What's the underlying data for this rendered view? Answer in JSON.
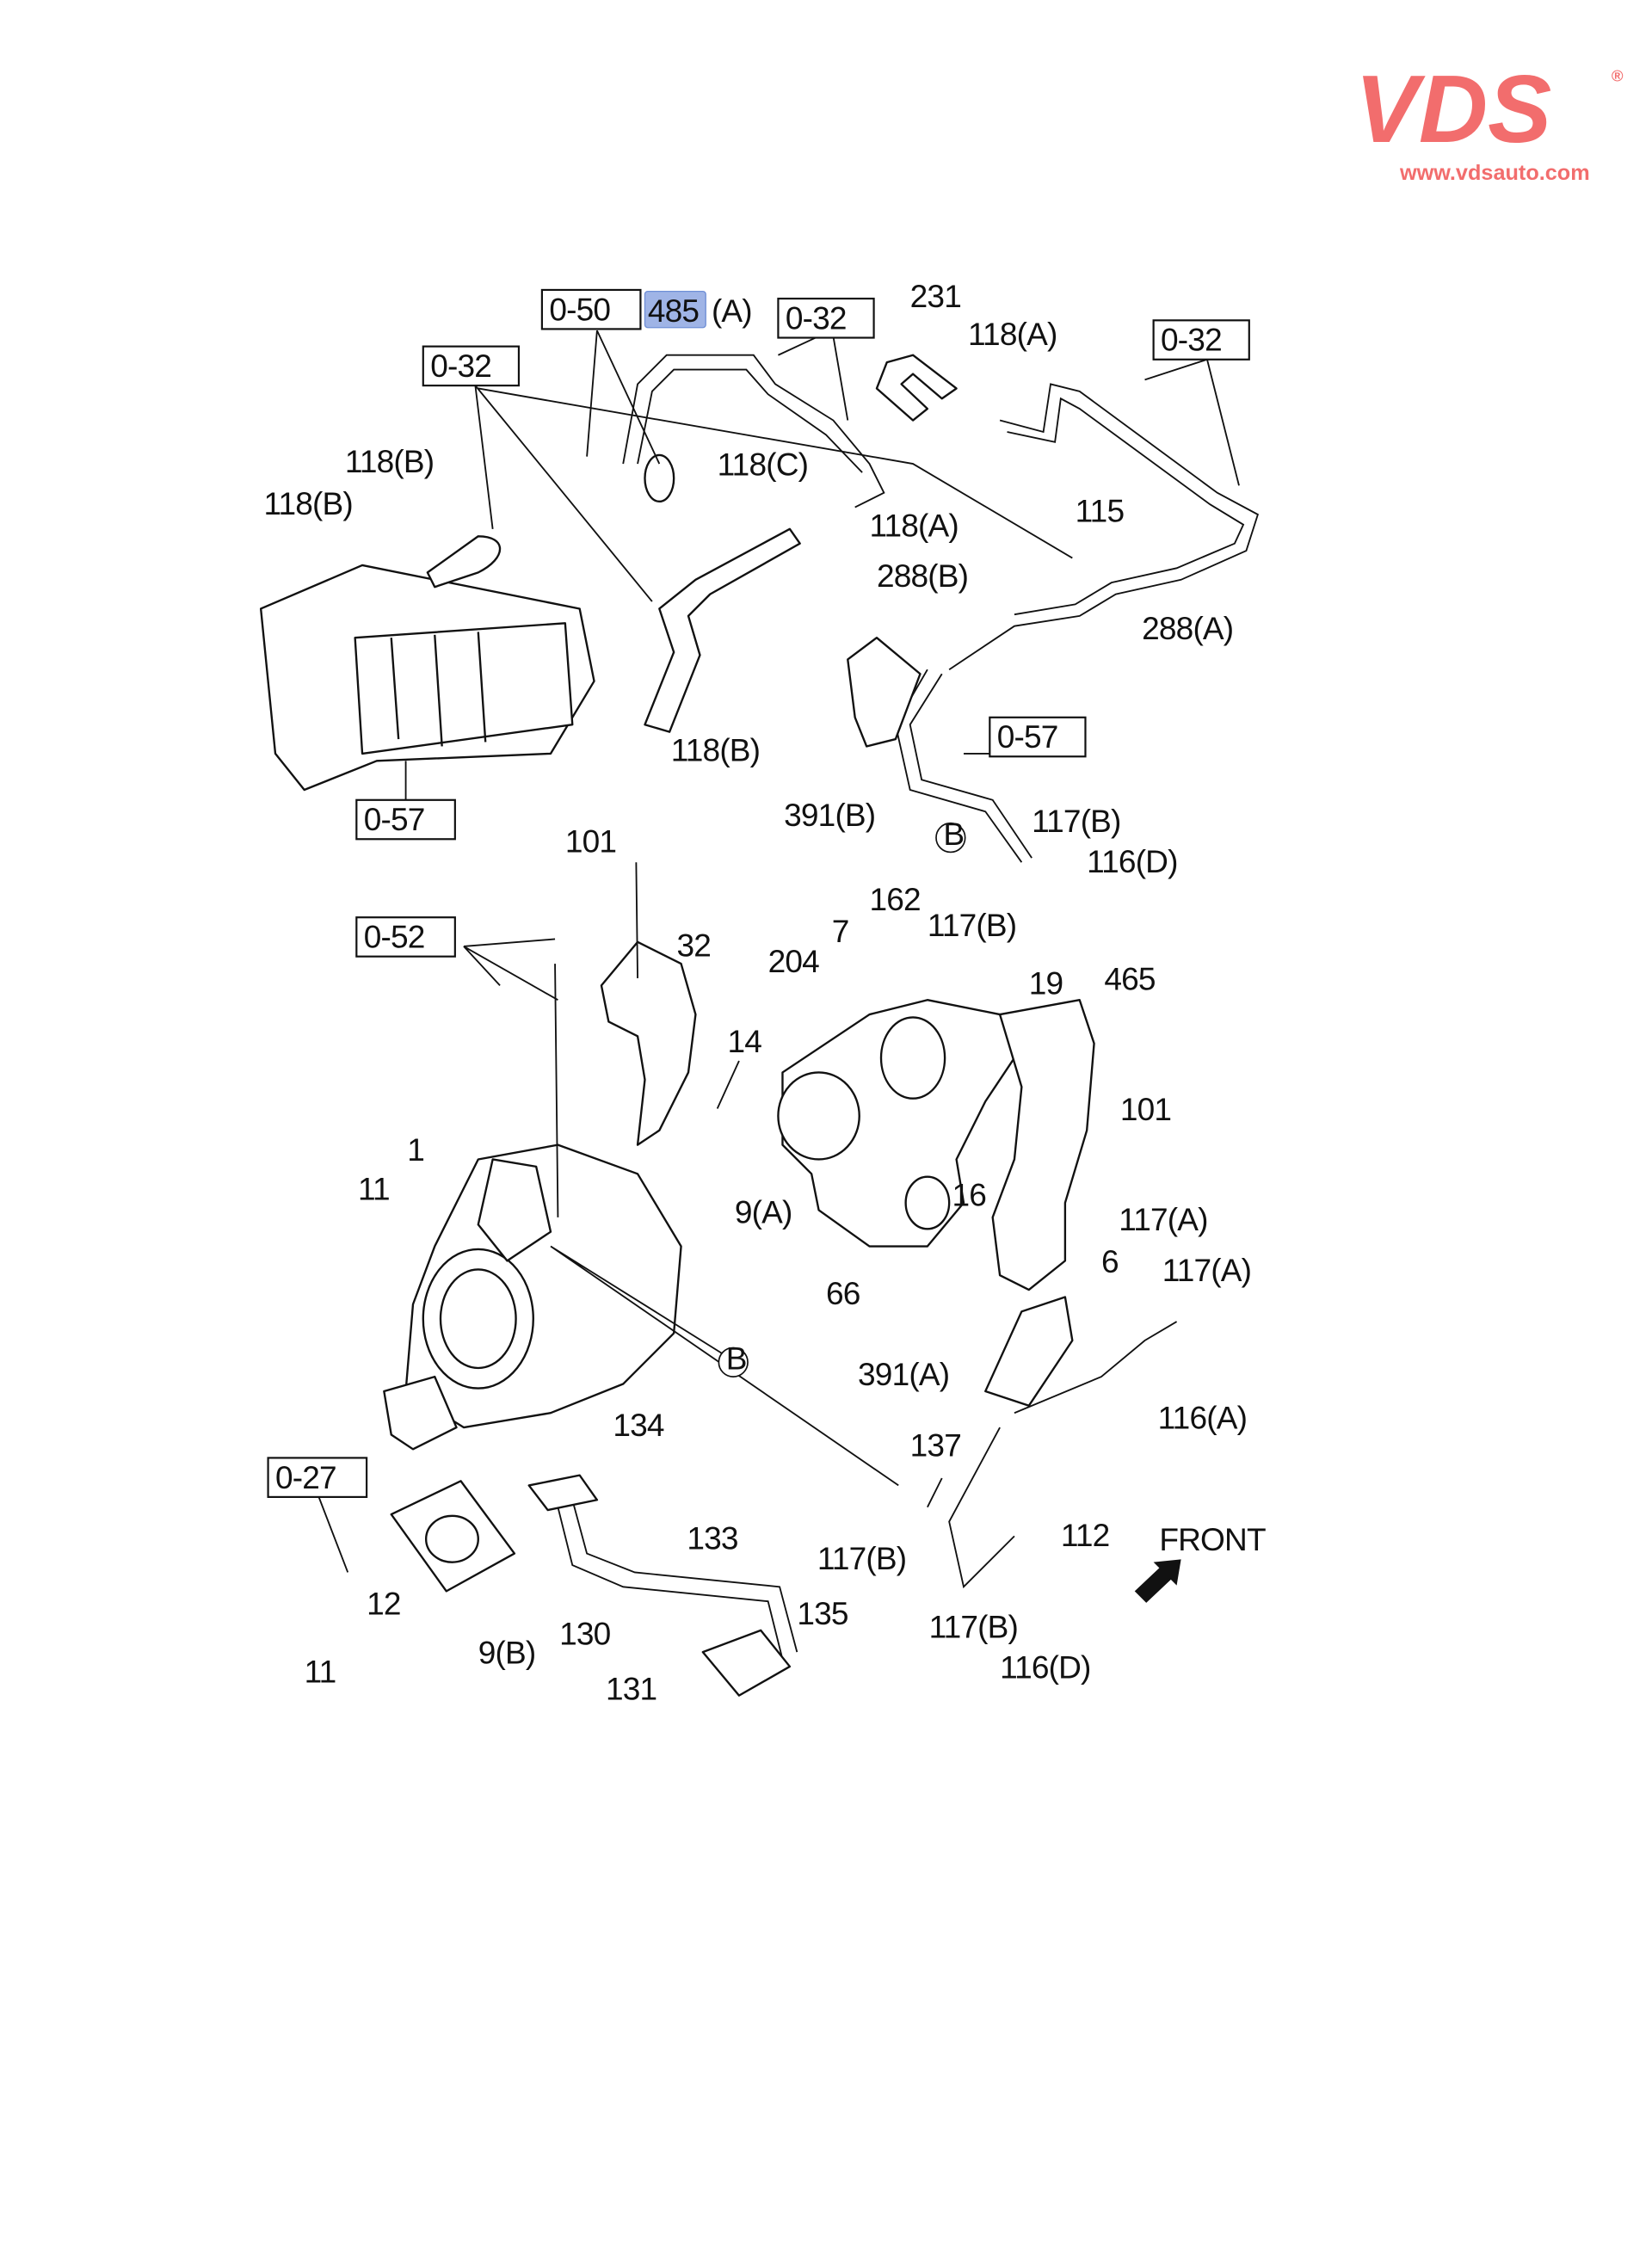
{
  "logo": {
    "brand": "VDS",
    "registered": "®",
    "url": "www.vdsauto.com",
    "color": "#f26d6d"
  },
  "highlight": {
    "part_number": "485",
    "suffix": "(A)",
    "color": "#9fb4e6"
  },
  "ref_boxes": [
    "0-50",
    "0-32",
    "0-32",
    "0-32",
    "0-57",
    "0-57",
    "0-52",
    "0-27"
  ],
  "callouts": [
    "231",
    "118(A)",
    "118(B)",
    "118(B)",
    "118(C)",
    "118(A)",
    "115",
    "288(B)",
    "288(A)",
    "118(B)",
    "391(B)",
    "117(B)",
    "116(D)",
    "162",
    "7",
    "117(B)",
    "101",
    "32",
    "204",
    "19",
    "465",
    "14",
    "101",
    "1",
    "11",
    "16",
    "9(A)",
    "117(A)",
    "6",
    "117(A)",
    "66",
    "391(A)",
    "116(A)",
    "134",
    "137",
    "112",
    "133",
    "117(B)",
    "12",
    "130",
    "9(B)",
    "135",
    "117(B)",
    "116(D)",
    "11",
    "131"
  ],
  "circle_markers": [
    "B",
    "B"
  ],
  "front_label": "FRONT"
}
